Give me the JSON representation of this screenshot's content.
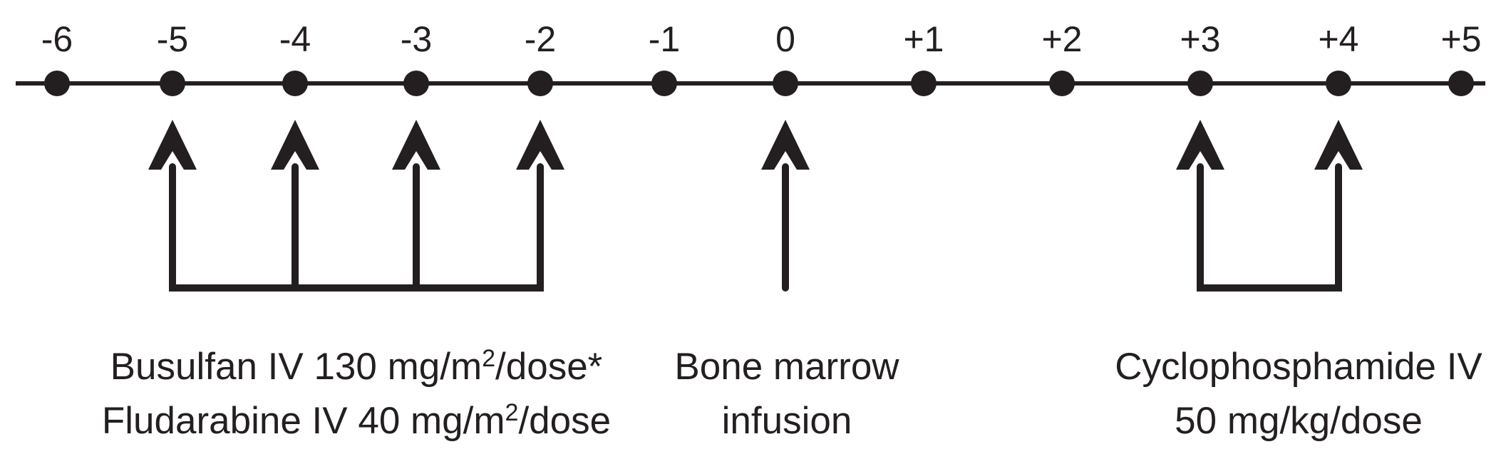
{
  "timeline": {
    "ticks": [
      "-6",
      "-5",
      "-4",
      "-3",
      "-2",
      "-1",
      "0",
      "+1",
      "+2",
      "+3",
      "+4",
      "+5"
    ]
  },
  "groups": [
    {
      "id": "busulfan-fludarabine",
      "days": [
        "-5",
        "-4",
        "-3",
        "-2"
      ],
      "lines": [
        {
          "text": "Busulfan IV 130 mg/m",
          "sup": "2",
          "tail": "/dose*"
        },
        {
          "text": "Fludarabine IV 40 mg/m",
          "sup": "2",
          "tail": "/dose"
        }
      ]
    },
    {
      "id": "bone-marrow",
      "days": [
        "0"
      ],
      "lines": [
        {
          "text": "Bone marrow",
          "sup": "",
          "tail": ""
        },
        {
          "text": "infusion",
          "sup": "",
          "tail": ""
        }
      ]
    },
    {
      "id": "cyclophosphamide",
      "days": [
        "+3",
        "+4"
      ],
      "lines": [
        {
          "text": "Cyclophosphamide IV",
          "sup": "",
          "tail": ""
        },
        {
          "text": "50 mg/kg/dose",
          "sup": "",
          "tail": ""
        }
      ]
    }
  ],
  "colors": {
    "ink": "#231f20",
    "background": "#ffffff"
  }
}
